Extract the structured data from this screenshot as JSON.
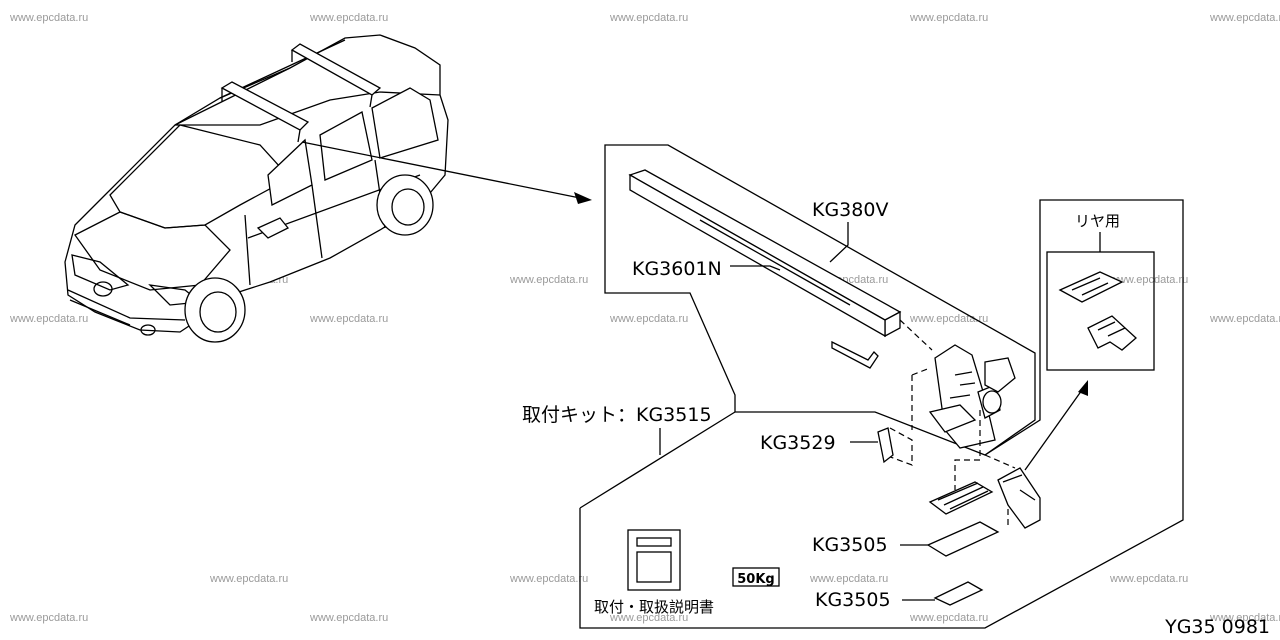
{
  "watermark": "www.epcdata.ru",
  "labels": {
    "kg380v": "KG380V",
    "kg3601n": "KG3601N",
    "mount_kit": "取付キット：KG3515",
    "kg3529": "KG3529",
    "kg3505_a": "KG3505",
    "kg3505_b": "KG3505",
    "rear_use": "リヤ用",
    "manual": "取付・取扱説明書",
    "load_sticker": "50Kg",
    "diagram_code": "YG35 0981"
  }
}
